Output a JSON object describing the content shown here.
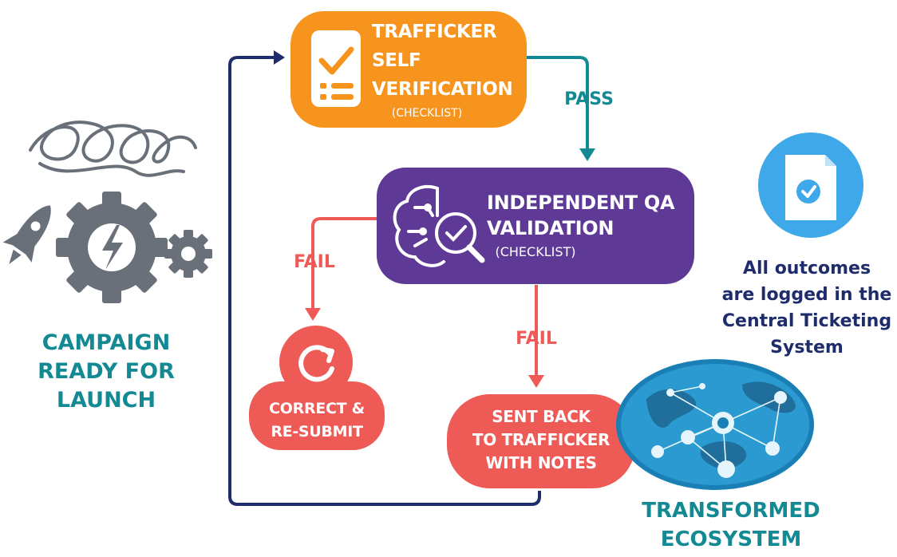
{
  "colors": {
    "orange": "#F7941D",
    "purple": "#5E3A96",
    "coral": "#EE5A55",
    "navy": "#1F2C6B",
    "teal": "#138A93",
    "gray": "#6A7079",
    "light_blue": "#3EA8E8",
    "globe_blue": "#1A7FB5"
  },
  "start": {
    "title_lines": [
      "CAMPAIGN",
      "READY FOR",
      "LAUNCH"
    ],
    "icon": "rocket-gear-icon"
  },
  "trafficker": {
    "title_lines": [
      "TRAFFICKER",
      "SELF",
      "VERIFICATION"
    ],
    "subtitle": "(CHECKLIST)",
    "icon": "checklist-icon"
  },
  "qa": {
    "title_lines": [
      "INDEPENDENT QA",
      "VALIDATION"
    ],
    "subtitle": "(CHECKLIST)",
    "icon": "brain-magnifier-icon"
  },
  "correct": {
    "title_lines": [
      "CORRECT &",
      "RE-SUBMIT"
    ],
    "icon": "refresh-icon"
  },
  "sent_back": {
    "title_lines": [
      "SENT BACK",
      "TO TRAFFICKER",
      "WITH NOTES"
    ]
  },
  "edges": {
    "pass": "PASS",
    "fail_left": "FAIL",
    "fail_right": "FAIL"
  },
  "logging": {
    "text_lines": [
      "All outcomes",
      "are logged in the",
      "Central Ticketing",
      "System"
    ],
    "icon": "document-check-icon"
  },
  "ecosystem": {
    "title_lines": [
      "TRANSFORMED",
      "ECOSYSTEM"
    ],
    "icon": "network-globe-icon"
  }
}
